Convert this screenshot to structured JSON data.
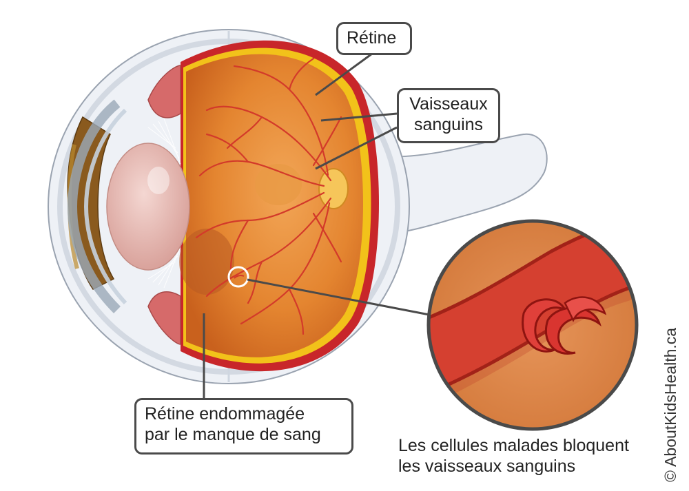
{
  "labels": {
    "retina": "Rétine",
    "vessels": [
      "Vaisseaux",
      "sanguins"
    ],
    "damaged_retina": [
      "Rétine endommagée",
      "par le manque de sang"
    ]
  },
  "caption": [
    "Les cellules malades bloquent",
    "les vaisseaux sanguins"
  ],
  "copyright": "© AboutKidsHealth.ca",
  "colors": {
    "retina_orange": "#E58A2E",
    "retina_dark": "#C4621C",
    "vessel_red": "#D33A2A",
    "choroid_red": "#C8262A",
    "sclera": "#EEF1F6",
    "callout_border": "#4A4A4A",
    "optic_disc": "#F6C65A"
  }
}
